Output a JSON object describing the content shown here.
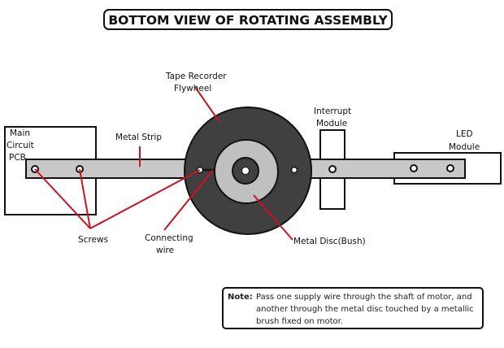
{
  "title": "BOTTOM VIEW OF ROTATING ASSEMBLY",
  "labels": {
    "main_pcb": [
      "Main",
      "Circuit",
      "PCB"
    ],
    "metal_strip": "Metal Strip",
    "flywheel": [
      "Tape Recorder",
      "Flywheel"
    ],
    "interrupt_module": [
      "Interrupt",
      "Module"
    ],
    "led_module": [
      "LED",
      "Module"
    ],
    "screws": "Screws",
    "connecting_wire": [
      "Connecting",
      "wire"
    ],
    "metal_disc": "Metal Disc(Bush)"
  },
  "note": {
    "label": "Note:",
    "text": "Pass one supply wire through the shaft of motor, and another through the metal disc touched by a metallic brush fixed on motor."
  },
  "colors": {
    "leader_line": "#cc1122",
    "flywheel": "#404040",
    "metal": "#c8c8c8",
    "outline": "#111111"
  }
}
